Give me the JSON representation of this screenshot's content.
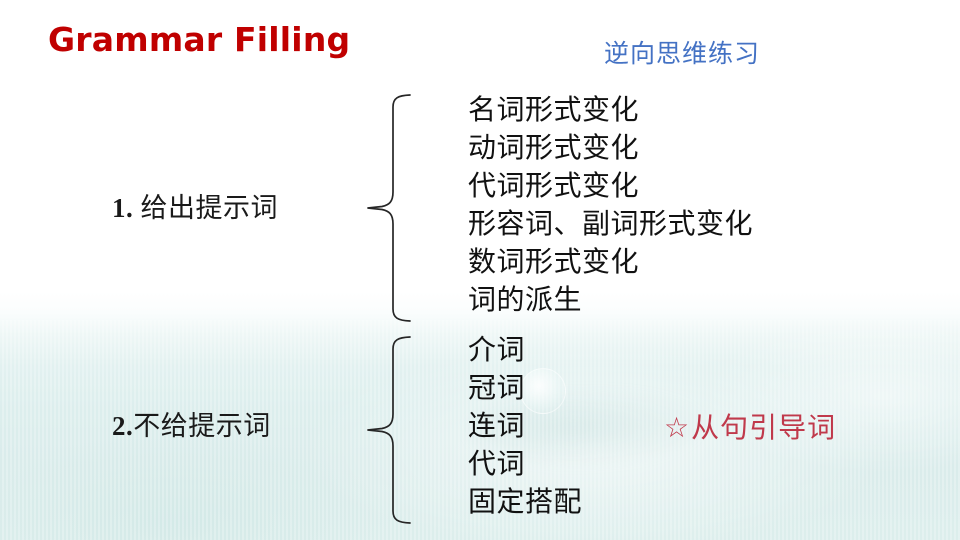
{
  "slide": {
    "title": "Grammar Filling",
    "title_color": "#C00000",
    "subtitle": "逆向思维练习",
    "subtitle_color": "#4472C4",
    "background_top_color": "#FFFFFF",
    "background_bottom_color": "#DAECEB"
  },
  "groups": [
    {
      "label_number": "1.",
      "label_text": " 给出提示词",
      "items": [
        "名词形式变化",
        "动词形式变化",
        "代词形式变化",
        "形容词、副词形式变化",
        "数词形式变化",
        "词的派生"
      ]
    },
    {
      "label_number": "2.",
      "label_text": "不给提示词",
      "items": [
        "介词",
        "冠词",
        "连词",
        "代词",
        "固定搭配"
      ]
    }
  ],
  "note": {
    "star_glyph": "☆",
    "text": "从句引导词",
    "color": "#C0394B"
  }
}
